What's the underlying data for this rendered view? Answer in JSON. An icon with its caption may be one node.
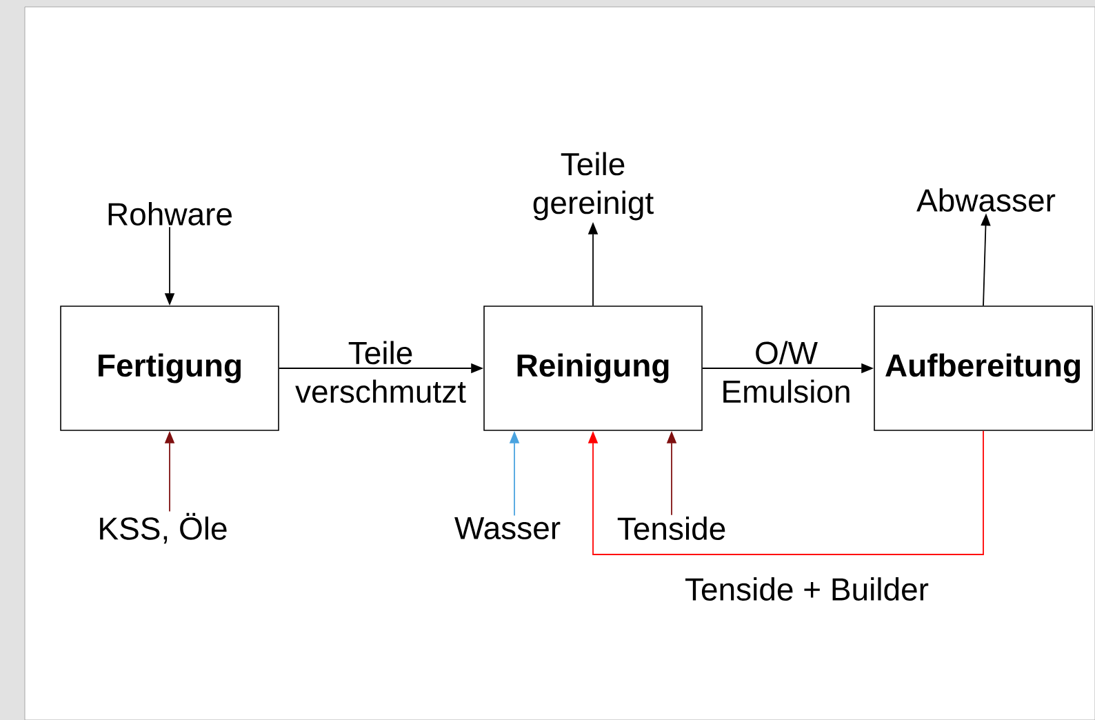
{
  "diagram": {
    "nodes": [
      {
        "text": [
          "Fertigung"
        ]
      },
      {
        "text": [
          "Reinigung"
        ]
      },
      {
        "text": [
          "Aufbereitung"
        ]
      },
      {
        "text": [
          "Rohware"
        ]
      },
      {
        "text": [
          "KSS, Öle"
        ]
      },
      {
        "text": [
          "Teile gereinigt"
        ]
      },
      {
        "text": [
          "Wasser"
        ]
      },
      {
        "text": [
          "Tenside"
        ]
      },
      {
        "text": [
          "Abwasser"
        ]
      }
    ],
    "edges": [
      {
        "from": 3,
        "to": 0,
        "arrow": "to"
      },
      {
        "from": 4,
        "to": 0,
        "arrow": "to",
        "color": "#7f1010"
      },
      {
        "from": 0,
        "to": 1,
        "arrow": "to",
        "label": "Teile verschmutzt"
      },
      {
        "from": 6,
        "to": 1,
        "arrow": "to",
        "color": "#4aa3df"
      },
      {
        "from": 7,
        "to": 1,
        "arrow": "to",
        "color": "#7f1010"
      },
      {
        "from": 2,
        "to": 1,
        "arrow": "to",
        "color": "#ff0000",
        "label": "Tenside + Builder"
      },
      {
        "from": 1,
        "to": 5,
        "arrow": "to"
      },
      {
        "from": 1,
        "to": 2,
        "arrow": "to",
        "label": "O/W Emulsion"
      },
      {
        "from": 2,
        "to": 8,
        "arrow": "to"
      }
    ]
  }
}
